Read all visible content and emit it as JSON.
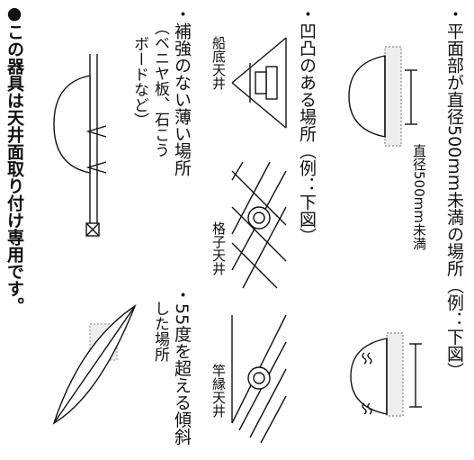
{
  "notes": {
    "item1": "・平面部が直径500mm未満の場所（例：下図）",
    "item1_dimension": "直径500mm未満",
    "item2": "・凹凸のある場所（例：下図）",
    "item2_captions": [
      "船底天井",
      "格子天井",
      "竿縁天井"
    ],
    "item3_line1": "・補強のない薄い場所",
    "item3_line2": "（ベニヤ板、石こう",
    "item3_line3": "ボードなど）",
    "item4_line1": "・55度を超える傾斜",
    "item4_line2": "した場所",
    "footer": "●この器具は天井面取り付け専用です。"
  }
}
